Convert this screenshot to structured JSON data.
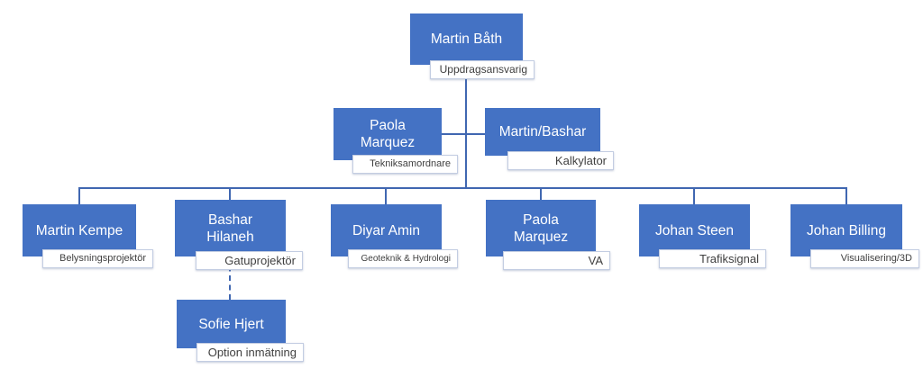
{
  "org": {
    "root": {
      "name": "Martin Båth",
      "role": "Uppdragsansvarig"
    },
    "level2": [
      {
        "name": "Paola Marquez",
        "role": "Tekniksamordnare"
      },
      {
        "name": "Martin/Bashar",
        "role": "Kalkylator"
      }
    ],
    "team": [
      {
        "name": "Martin Kempe",
        "role": "Belysningsprojektör"
      },
      {
        "name": "Bashar Hilaneh",
        "role": "Gatuprojektör"
      },
      {
        "name": "Diyar Amin",
        "role": "Geoteknik & Hydrologi"
      },
      {
        "name": "Paola Marquez",
        "role": "VA"
      },
      {
        "name": "Johan Steen",
        "role": "Trafiksignal"
      },
      {
        "name": "Johan Billing",
        "role": "Visualisering/3D"
      }
    ],
    "subordinate": {
      "name": "Sofie Hjert",
      "role": "Option inmätning"
    }
  },
  "colors": {
    "node_fill": "#4472C4",
    "connector": "#4067B1",
    "label_bg": "#FFFFFF",
    "label_border": "#C3CDE2",
    "name_text": "#FFFFFF",
    "label_text": "#3F3F3F",
    "background": "#FFFFFF"
  }
}
